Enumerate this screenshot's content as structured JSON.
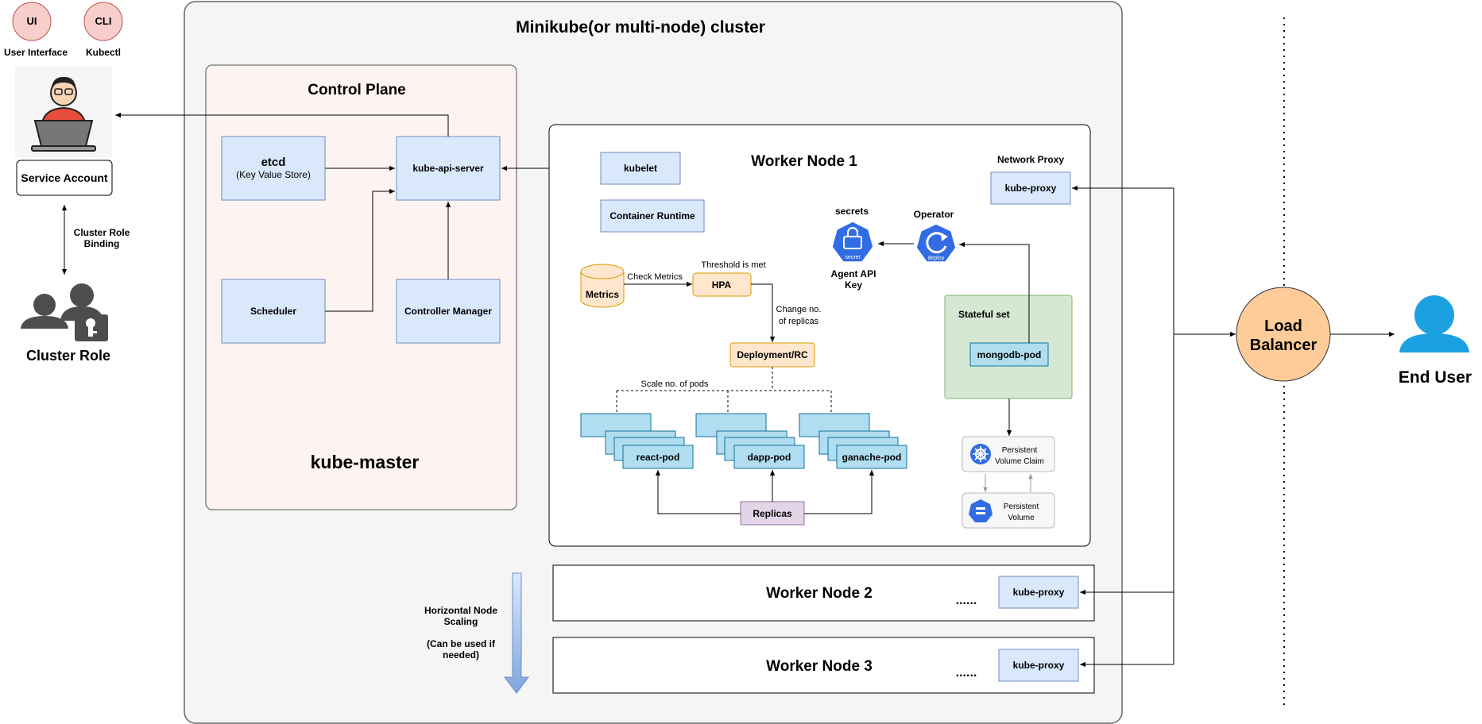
{
  "cluster": {
    "title": "Minikube(or multi-node) cluster"
  },
  "clients": {
    "ui": {
      "badge": "UI",
      "caption": "User Interface"
    },
    "cli": {
      "badge": "CLI",
      "caption": "Kubectl"
    }
  },
  "service_account": {
    "label": "Service Account"
  },
  "cluster_role_binding": {
    "line1": "Cluster Role",
    "line2": "Binding"
  },
  "cluster_role": {
    "label": "Cluster Role"
  },
  "control_plane": {
    "title": "Control Plane",
    "subtitle": "kube-master",
    "etcd": {
      "name": "etcd",
      "detail": "(Key Value Store)"
    },
    "api_server": "kube-api-server",
    "scheduler": "Scheduler",
    "controller_manager": "Controller Manager"
  },
  "worker1": {
    "title": "Worker Node 1",
    "kubelet": "kubelet",
    "container_runtime": "Container Runtime",
    "network_proxy_label": "Network Proxy",
    "kube_proxy": "kube-proxy",
    "secrets_label": "secrets",
    "secret_icon_text": "secret",
    "secret_caption1": "Agent API",
    "secret_caption2": "Key",
    "operator_label": "Operator",
    "operator_icon_text": "deploy",
    "metrics": "Metrics",
    "check_metrics": "Check Metrics",
    "threshold": "Threshold is met",
    "hpa": "HPA",
    "change_replicas1": "Change no.",
    "change_replicas2": "of replicas",
    "deployment": "Deployment/RC",
    "scale_pods": "Scale no. of pods",
    "pods": [
      "react-pod",
      "dapp-pod",
      "ganache-pod"
    ],
    "replicas": "Replicas",
    "stateful_set": "Stateful set",
    "mongodb_pod": "mongodb-pod",
    "pvc1": "Persistent",
    "pvc2": "Volume Claim",
    "pv1": "Persistent",
    "pv2": "Volume"
  },
  "worker2": {
    "title": "Worker Node 2",
    "dots": "......",
    "kube_proxy": "kube-proxy"
  },
  "worker3": {
    "title": "Worker Node 3",
    "dots": "......",
    "kube_proxy": "kube-proxy"
  },
  "scaling": {
    "line1": "Horizontal Node",
    "line2": "Scaling",
    "line3": "(Can be used if",
    "line4": "needed)"
  },
  "load_balancer": {
    "line1": "Load",
    "line2": "Balancer"
  },
  "end_user": {
    "label": "End User"
  },
  "colors": {
    "cluster_fill": "#f5f5f5",
    "control_plane_fill": "#fdf3f0",
    "component_fill": "#dae8fc",
    "component_stroke": "#6c8ebf",
    "pod_fill": "#b1ddf0",
    "pod_stroke": "#10739e",
    "hpa_fill": "#ffe6cc",
    "hpa_stroke": "#d79b00",
    "stateful_fill": "#d5e8d4",
    "stateful_stroke": "#82b366",
    "replicas_fill": "#e1d5e7",
    "replicas_stroke": "#9673a6",
    "badge_fill": "#f8cecc",
    "badge_stroke": "#b85450",
    "load_balancer_fill": "#ffcc99",
    "end_user_color": "#1ba1e2",
    "k8s_blue": "#326ce5"
  }
}
